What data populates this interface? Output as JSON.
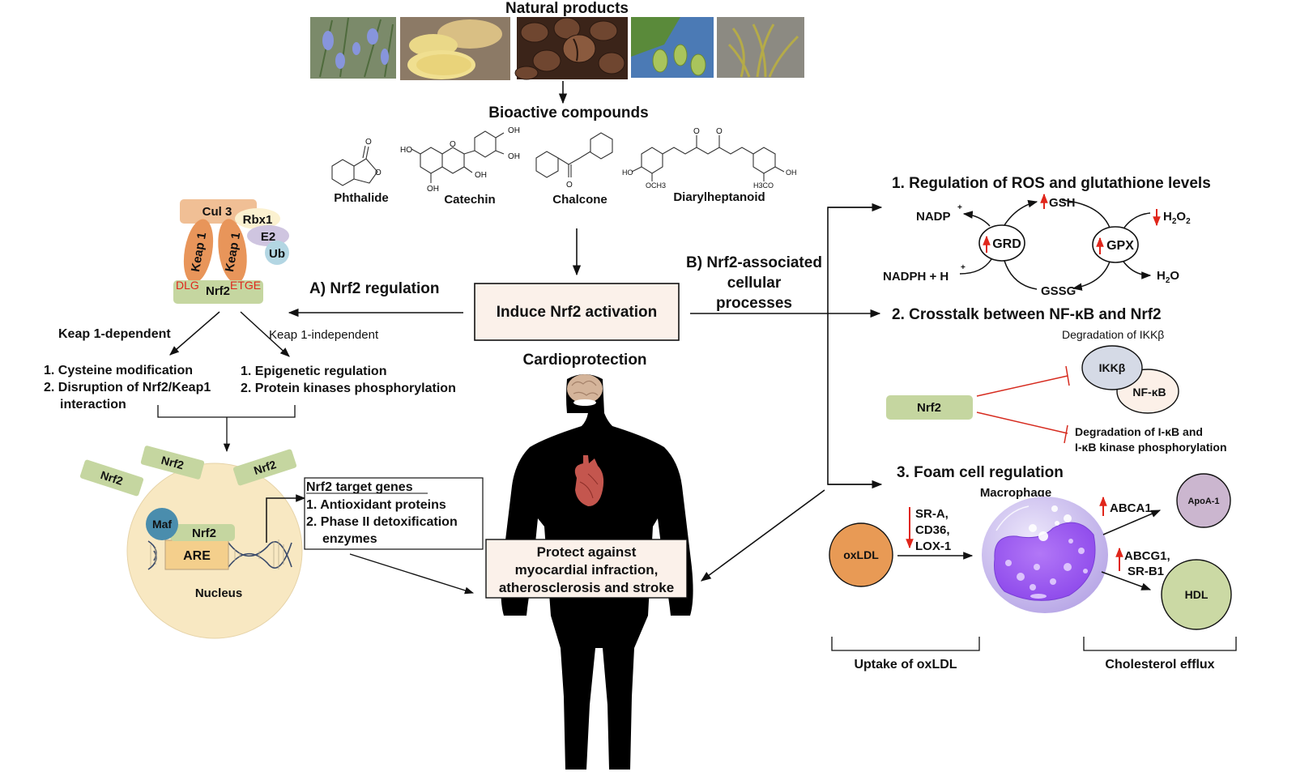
{
  "title": "Natural products",
  "natural_product_images": [
    {
      "name": "rosemary",
      "colors": [
        "#7d8bc9",
        "#5c7a4a"
      ]
    },
    {
      "name": "ginger",
      "colors": [
        "#e9d58a",
        "#8a7358"
      ]
    },
    {
      "name": "coffee-beans",
      "colors": [
        "#6b4531",
        "#3a2418"
      ]
    },
    {
      "name": "hops",
      "colors": [
        "#8fb04a",
        "#4a7ab8"
      ]
    },
    {
      "name": "seaweed",
      "colors": [
        "#a7a24a",
        "#8e8a80"
      ]
    }
  ],
  "bioactive": {
    "heading": "Bioactive compounds",
    "compounds": [
      "Phthalide",
      "Catechin",
      "Chalcone",
      "Diarylheptanoid"
    ],
    "atoms": {
      "catechin_oh1": "OH",
      "catechin_oh2": "OH",
      "catechin_oh3": "OH",
      "catechin_oh4": "OH",
      "catechin_ho": "HO",
      "catechin_o": "O",
      "phthalide_o1": "O",
      "phthalide_o2": "O",
      "chalcone_o": "O",
      "diaryl_ho": "HO",
      "diaryl_och3": "OCH3",
      "diaryl_h3co": "H3CO",
      "diaryl_oh": "OH",
      "diaryl_o1": "O",
      "diaryl_o2": "O"
    }
  },
  "center": {
    "induce_box": "Induce Nrf2 activation",
    "cardioprotection": "Cardioprotection",
    "protect_lines": [
      "Protect against",
      "myocardial infraction,",
      "atherosclerosis and stroke"
    ]
  },
  "section_a": {
    "heading": "A) Nrf2 regulation",
    "complex": {
      "cul3": "Cul 3",
      "rbx1": "Rbx1",
      "e2": "E2",
      "ub": "Ub",
      "keap1": "Keap 1",
      "nrf2": "Nrf2",
      "dlg": "DLG",
      "etge": "ETGE"
    },
    "keap_dependent": "Keap 1-dependent",
    "keap_independent": "Keap 1-independent",
    "dependent_items": [
      "1. Cysteine modification",
      "2. Disruption of Nrf2/Keap1",
      "interaction"
    ],
    "independent_items": [
      "1. Epigenetic regulation",
      "2. Protein kinases phosphorylation"
    ],
    "nucleus": {
      "label": "Nucleus",
      "maf": "Maf",
      "nrf2": "Nrf2",
      "are": "ARE",
      "floating_nrf2": [
        "Nrf2",
        "Nrf2",
        "Nrf2"
      ]
    },
    "target_genes": {
      "title": "Nrf2 target genes",
      "items": [
        "1. Antioxidant proteins",
        "2. Phase II detoxification",
        "enzymes"
      ]
    }
  },
  "section_b": {
    "heading_lines": [
      "B) Nrf2-associated",
      "cellular",
      "processes"
    ],
    "ros": {
      "heading": "1. Regulation of ROS and glutathione levels",
      "nadp": "NADP",
      "nadp_sup": "+",
      "nadph": "NADPH + H",
      "nadph_sup": "+",
      "gsh": "GSH",
      "gssg": "GSSG",
      "grd": "GRD",
      "gpx": "GPX",
      "h2o2": [
        "H",
        "2",
        "O",
        "2"
      ],
      "h2o": [
        "H",
        "2",
        "O"
      ]
    },
    "crosstalk": {
      "heading": "2. Crosstalk between NF-κB and Nrf2",
      "degradation_ikk": "Degradation of IKKβ",
      "ikk": "IKKβ",
      "nfkb": "NF-κB",
      "nrf2": "Nrf2",
      "degradation_ikb_lines": [
        "Degradation of I-κB and",
        "I-κB kinase phosphorylation"
      ]
    },
    "foam": {
      "heading": "3. Foam cell regulation",
      "macrophage": "Macrophage",
      "oxldl": "oxLDL",
      "receptors": [
        "SR-A,",
        "CD36,",
        "LOX-1"
      ],
      "abca1": "ABCA1",
      "abcg1_lines": [
        "ABCG1,",
        "SR-B1"
      ],
      "apoa1": "ApoA-1",
      "hdl": "HDL",
      "uptake": "Uptake of oxLDL",
      "efflux": "Cholesterol efflux"
    }
  },
  "colors": {
    "up_down_arrow": "#e0261b",
    "inhibit_line": "#d62b1f",
    "nrf2_green": "#c5d6a0",
    "nucleus": "#f8e8c2",
    "keap": "#e8955a",
    "cul3": "#f0bf95",
    "box_fill": "#fbf1ea",
    "oxldl": "#e89a55",
    "apoa1": "#cbb6cf",
    "hdl": "#cbd9a4",
    "ikk": "#d5dae6",
    "nfkb": "#fcf0e8"
  }
}
